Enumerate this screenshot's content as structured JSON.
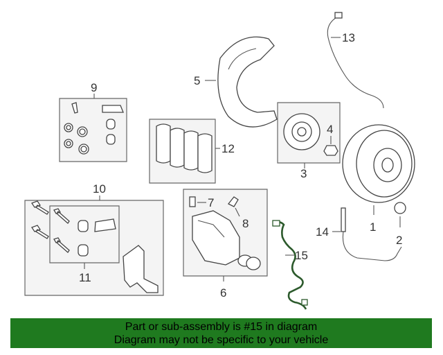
{
  "callouts": [
    "1",
    "2",
    "3",
    "4",
    "5",
    "6",
    "7",
    "8",
    "9",
    "10",
    "11",
    "12",
    "13",
    "14",
    "15"
  ],
  "banner": {
    "line1": "Part or sub-assembly is #15 in diagram",
    "line2": "Diagram may not be specific to your vehicle"
  },
  "colors": {
    "banner": "#1f7a1f",
    "highlight": "#2c5a2c"
  }
}
